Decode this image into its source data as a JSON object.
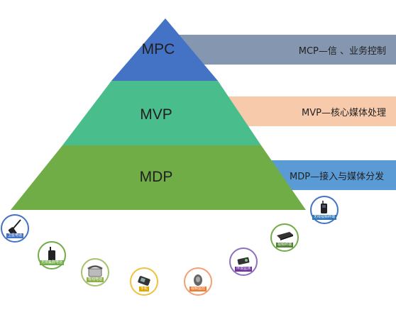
{
  "pyramid": {
    "tiers": [
      {
        "label": "MPC",
        "color": "#4472c4"
      },
      {
        "label": "MVP",
        "color": "#4abd8c"
      },
      {
        "label": "MDP",
        "color": "#70ad47"
      }
    ]
  },
  "bands": [
    {
      "text": "MCP—信 、业务控制",
      "color": "#8496b0"
    },
    {
      "text": "MVP—核心媒体处理",
      "color": "#f7caac"
    },
    {
      "text": "MDP—接入与媒体分发",
      "color": "#5b9bd5"
    }
  ],
  "devices": [
    {
      "label": "卫星电话",
      "icon": "satellite-phone-icon",
      "ring_color": "#4472c4",
      "tag_color": "#4472c4"
    },
    {
      "label": "无限集群电话",
      "icon": "walkie-talkie-icon",
      "ring_color": "#70ad47",
      "tag_color": "#70ad47"
    },
    {
      "label": "有线电话",
      "icon": "desk-phone-icon",
      "ring_color": "#a5c26b",
      "tag_color": "#8db04a"
    },
    {
      "label": "手机",
      "icon": "mobile-phone-icon",
      "ring_color": "#f0c040",
      "tag_color": "#e0a800"
    },
    {
      "label": "视频监控",
      "icon": "surveillance-camera-icon",
      "ring_color": "#f4a070",
      "tag_color": "#ed7d31"
    },
    {
      "label": "环境监测",
      "icon": "sensor-icon",
      "ring_color": "#8e6fc0",
      "tag_color": "#7030a0"
    },
    {
      "label": "视频终端",
      "icon": "video-terminal-icon",
      "ring_color": "#70ad47",
      "tag_color": "#548235"
    },
    {
      "label": "无线视频终端",
      "icon": "wireless-video-terminal-icon",
      "ring_color": "#4472c4",
      "tag_color": "#2e75b6"
    }
  ]
}
